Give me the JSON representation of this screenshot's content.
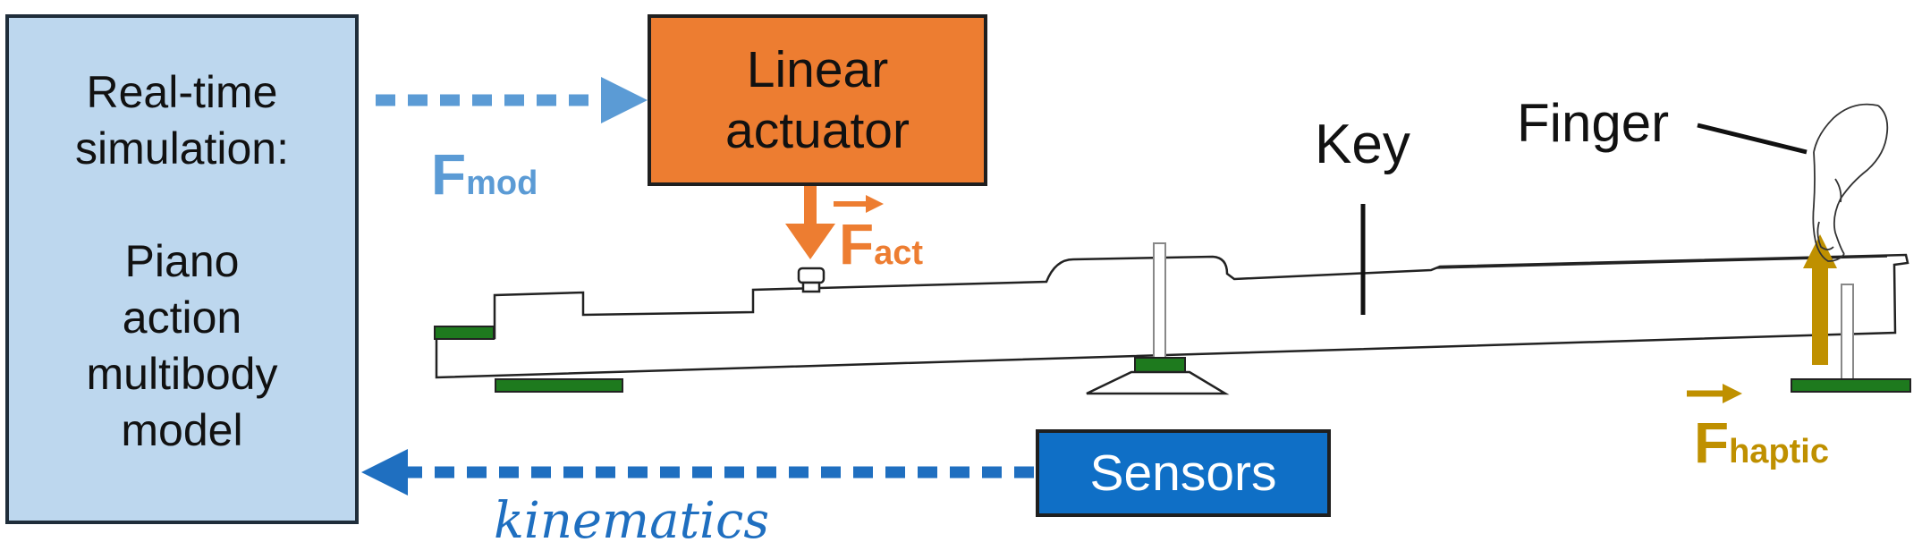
{
  "simulation_box": {
    "title": "Real-time simulation:",
    "lines": [
      "Piano",
      "action",
      "multibody",
      "model"
    ]
  },
  "actuator_box": {
    "lines": [
      "Linear",
      "actuator"
    ]
  },
  "sensors_box": {
    "label": "Sensors"
  },
  "labels": {
    "f_mod": {
      "main": "F",
      "sub": "mod"
    },
    "f_act": {
      "main": "F",
      "sub": "act"
    },
    "f_haptic": {
      "main": "F",
      "sub": "haptic"
    },
    "key": "Key",
    "finger": "Finger",
    "kinematics": "kinematics"
  },
  "colors": {
    "simulation_fill": "#bdd7ee",
    "actuator_fill": "#ed7d31",
    "sensors_fill": "#0f6fc6",
    "f_mod_arrow": "#5b9bd5",
    "kinematics_arrow": "#1f6fc0",
    "f_act_arrow": "#ed7d31",
    "f_haptic_arrow": "#bf9000",
    "felt_green": "#1e7a1e"
  }
}
